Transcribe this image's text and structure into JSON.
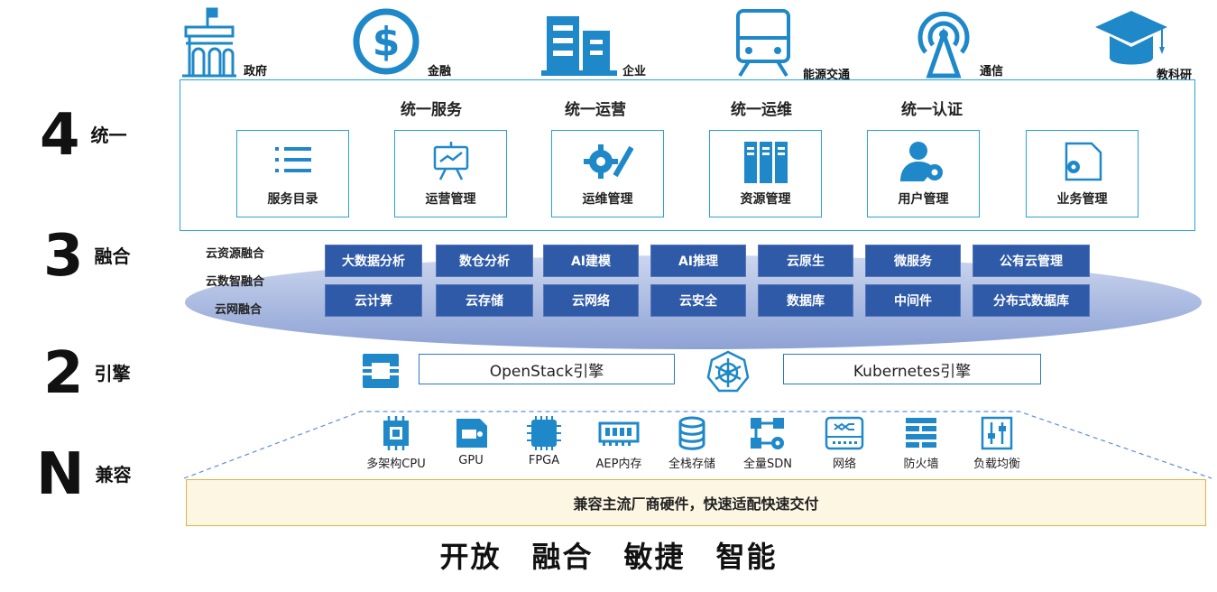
{
  "levels": [
    {
      "number": "4",
      "text": "统一"
    },
    {
      "number": "3",
      "text": "融合"
    },
    {
      "number": "2",
      "text": "引擎"
    },
    {
      "number": "N",
      "text": "兼容"
    }
  ],
  "industries": [
    {
      "label": "政府",
      "icon": "government-building-icon"
    },
    {
      "label": "金融",
      "icon": "dollar-coin-icon"
    },
    {
      "label": "企业",
      "icon": "office-buildings-icon"
    },
    {
      "label": "能源交通",
      "icon": "train-icon"
    },
    {
      "label": "通信",
      "icon": "signal-tower-icon"
    },
    {
      "label": "教科研",
      "icon": "graduation-cap-icon"
    }
  ],
  "unify": {
    "titles": [
      "统一服务",
      "统一运营",
      "统一运维",
      "统一认证"
    ],
    "cards": [
      {
        "label": "服务目录",
        "icon": "list-icon"
      },
      {
        "label": "运营管理",
        "icon": "presentation-chart-icon"
      },
      {
        "label": "运维管理",
        "icon": "gear-wrench-icon"
      },
      {
        "label": "资源管理",
        "icon": "binders-icon"
      },
      {
        "label": "用户管理",
        "icon": "user-gear-icon"
      },
      {
        "label": "业务管理",
        "icon": "document-gear-icon"
      }
    ]
  },
  "fusion": {
    "labels": [
      "云资源融合",
      "云数智融合",
      "云网融合"
    ],
    "row1": [
      "大数据分析",
      "数仓分析",
      "AI建模",
      "AI推理",
      "云原生",
      "微服务",
      "公有云管理"
    ],
    "row2": [
      "云计算",
      "云存储",
      "云网络",
      "云安全",
      "数据库",
      "中间件",
      "分布式数据库"
    ]
  },
  "engines": [
    {
      "label": "OpenStack引擎",
      "icon": "openstack-icon"
    },
    {
      "label": "Kubernetes引擎",
      "icon": "kubernetes-icon"
    }
  ],
  "hardware": [
    {
      "label": "多架构CPU",
      "icon": "cpu-chip-icon"
    },
    {
      "label": "GPU",
      "icon": "gpu-card-icon"
    },
    {
      "label": "FPGA",
      "icon": "fpga-chip-icon"
    },
    {
      "label": "AEP内存",
      "icon": "memory-module-icon"
    },
    {
      "label": "全栈存储",
      "icon": "storage-database-icon"
    },
    {
      "label": "全量SDN",
      "icon": "sdn-network-icon"
    },
    {
      "label": "网络",
      "icon": "network-switch-icon"
    },
    {
      "label": "防火墙",
      "icon": "firewall-icon"
    },
    {
      "label": "负载均衡",
      "icon": "load-balance-sliders-icon"
    }
  ],
  "compat_bar": "兼容主流厂商硬件，快速适配快速交付",
  "slogan": "开放　融合　敏捷　智能",
  "colors": {
    "accent_blue": "#1e88c8",
    "tile_blue": "#2f5aa8",
    "frame_cyan": "#29a3d6",
    "bar_gold": "#e2b04a"
  }
}
